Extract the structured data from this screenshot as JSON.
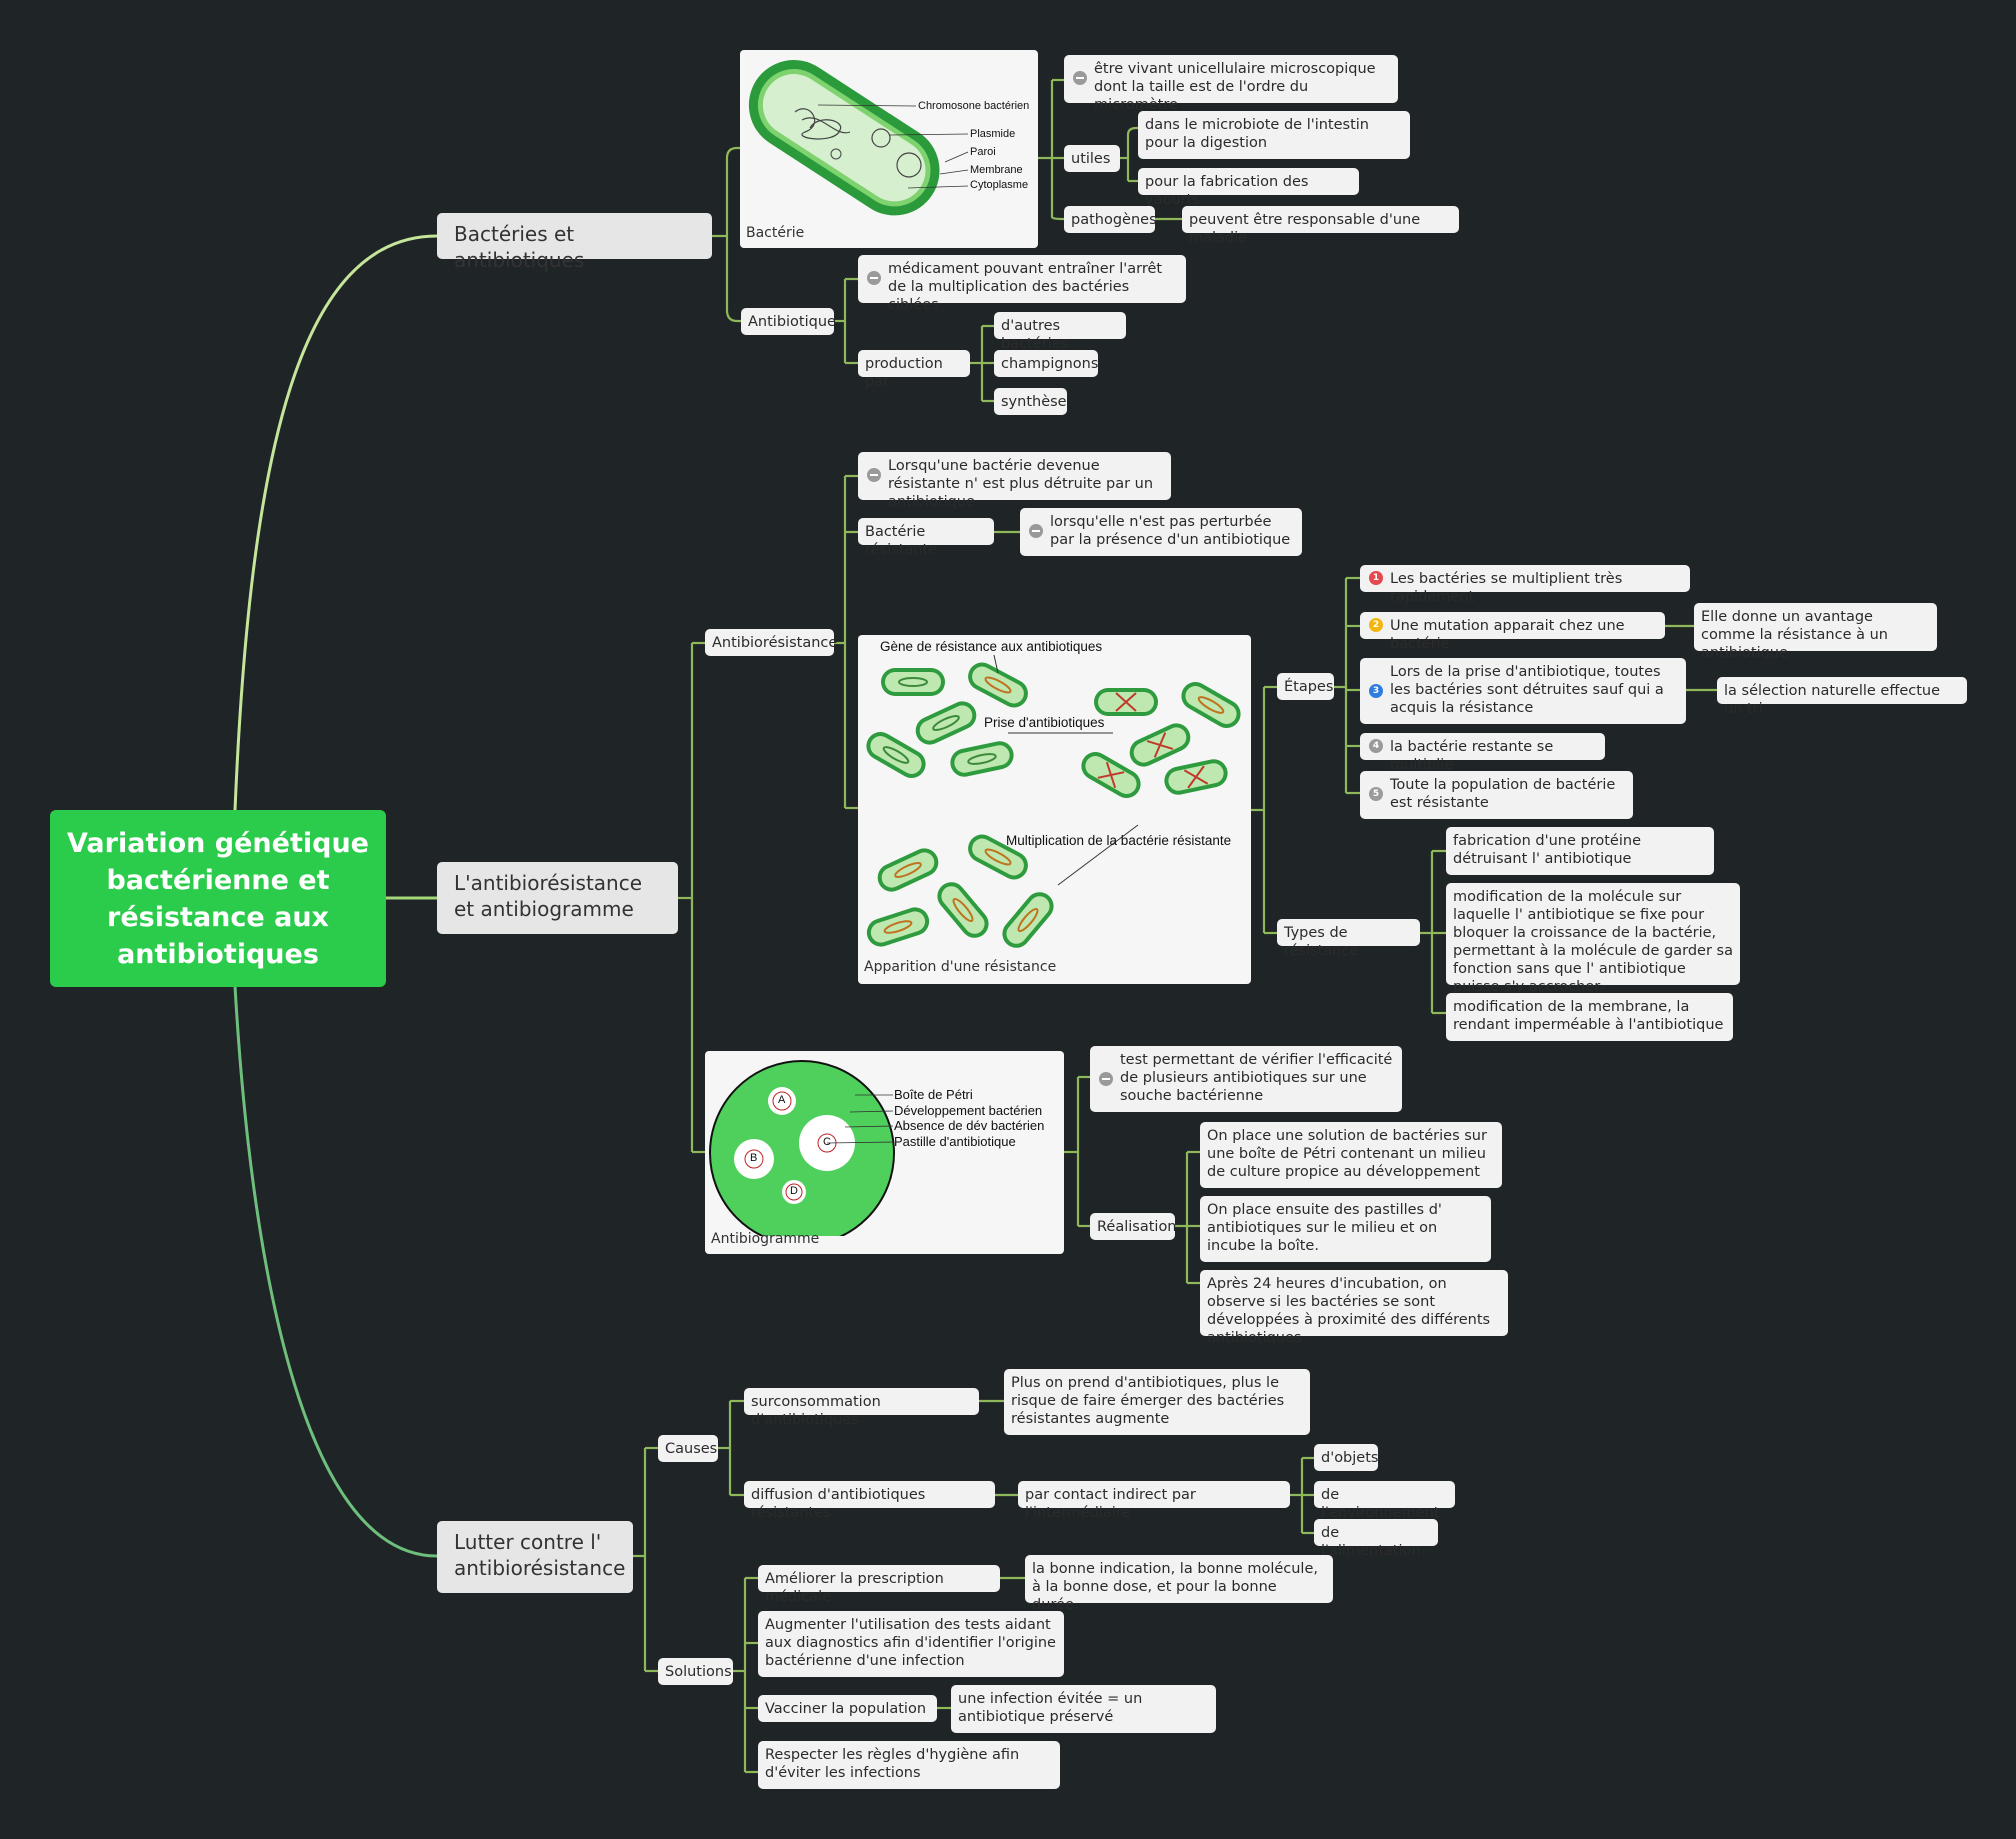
{
  "root": {
    "title": "Variation génétique bactérienne et résistance aux antibiotiques"
  },
  "bacteries": {
    "title": "Bactéries et antibiotiques",
    "image_caption": "Bactérie",
    "labels": [
      "Chromosone bactérien",
      "Plasmide",
      "Paroi",
      "Membrane",
      "Cytoplasme"
    ],
    "definition": "être vivant unicellulaire microscopique dont la taille est de l'ordre du micromètre",
    "utiles": "utiles",
    "utiles_items": [
      "dans le microbiote de l'intestin pour la digestion",
      "pour la fabrication des yaourts"
    ],
    "pathogenes": "pathogènes",
    "pathogenes_item": "peuvent être responsable d'une maladie",
    "antibiotique": "Antibiotique",
    "antibiotique_def": "médicament pouvant entraîner l'arrêt de la multiplication des bactéries ciblées",
    "production": "production par",
    "production_items": [
      "d'autres bactéries",
      "champignons",
      "synthèse"
    ]
  },
  "antibioresistance": {
    "title": "L'antibiorésistance et antibiogramme",
    "node": "Antibiorésistance",
    "def": "Lorsqu'une bactérie devenue résistante n' est plus détruite par un antibiotique",
    "bacterie_resistante": "Bactérie résistante",
    "bacterie_resistante_def": "lorsqu'elle n'est pas perturbée par la présence d'un antibiotique",
    "image_caption": "Apparition d'une résistance",
    "image_labels": [
      "Gène de résistance aux antibiotiques",
      "Prise d'antibiotiques",
      "Multiplication de la bactérie résistante"
    ],
    "etapes": "Étapes",
    "steps": [
      {
        "num": "1",
        "text": "Les bactéries se multiplient très rapidement",
        "color": "#e5484d"
      },
      {
        "num": "2",
        "text": "Une mutation apparait chez une bactérie",
        "color": "#f5b50f"
      },
      {
        "num": "3",
        "text": "Lors de la prise d'antibiotique, toutes les bactéries sont détruites sauf qui a acquis la résistance",
        "color": "#2f7de1"
      },
      {
        "num": "4",
        "text": "la bactérie restante se multiplie",
        "color": "#9a9a9a"
      },
      {
        "num": "5",
        "text": "Toute la population de bactérie est résistante",
        "color": "#9a9a9a"
      }
    ],
    "step2_note": "Elle donne un avantage comme la résistance à un antibiotique",
    "step3_note": "la sélection naturelle effectue un tri",
    "types": "Types de résistance",
    "types_items": [
      "fabrication d'une protéine détruisant l' antibiotique",
      "modification de la molécule sur laquelle l' antibiotique se fixe pour bloquer la croissance de la bactérie, permettant à la molécule de garder sa fonction sans que l' antibiotique puisse s'y accrocher",
      "modification de la membrane, la rendant imperméable à l'antibiotique"
    ],
    "antibiogramme_caption": "Antibiogramme",
    "antibiogramme_labels": [
      "Boîte de Pétri",
      "Développement bactérien",
      "Absence de dév bactérien",
      "Pastille d'antibiotique"
    ],
    "disc_letters": [
      "A",
      "B",
      "C",
      "D"
    ],
    "antibiogramme_def": "test permettant de vérifier l'efficacité de plusieurs antibiotiques sur une souche bactérienne",
    "realisation": "Réalisation",
    "realisation_items": [
      "On place une solution de bactéries sur une boîte de Pétri contenant un milieu de culture propice au développement",
      "On place ensuite des pastilles d' antibiotiques sur le milieu et on incube la boîte.",
      "Après 24 heures d'incubation, on observe si les bactéries se sont développées à proximité des différents antibiotiques"
    ]
  },
  "lutter": {
    "title": "Lutter contre l' antibiorésistance",
    "causes": "Causes",
    "surconsommation": "surconsommation d'antibiotiques",
    "surconsommation_note": "Plus on prend d'antibiotiques, plus le risque de faire émerger des bactéries résistantes augmente",
    "diffusion": "diffusion d'antibiotiques résistantes",
    "contact": "par contact indirect par l'intermédiaire",
    "contact_items": [
      "d'objets",
      "de l'environnement",
      "de l'alimentation"
    ],
    "solutions": "Solutions",
    "prescription": "Améliorer la prescription médicale",
    "prescription_note": "la bonne indication, la bonne molécule, à la bonne dose, et pour la bonne durée.",
    "tests": "Augmenter l'utilisation des tests aidant aux diagnostics afin d'identifier l'origine bactérienne d'une infection",
    "vacciner": "Vacciner la population",
    "vacciner_note": "une infection évitée = un antibiotique préservé",
    "hygiene": "Respecter les règles d'hygiène afin d'éviter les infections"
  },
  "colors": {
    "root": "#2bcc4b",
    "branch1": "#c5e59a",
    "branch2": "#a5d879",
    "branch3": "#6fbf7c",
    "connector": "#8fb85a",
    "background": "#1f2427"
  }
}
